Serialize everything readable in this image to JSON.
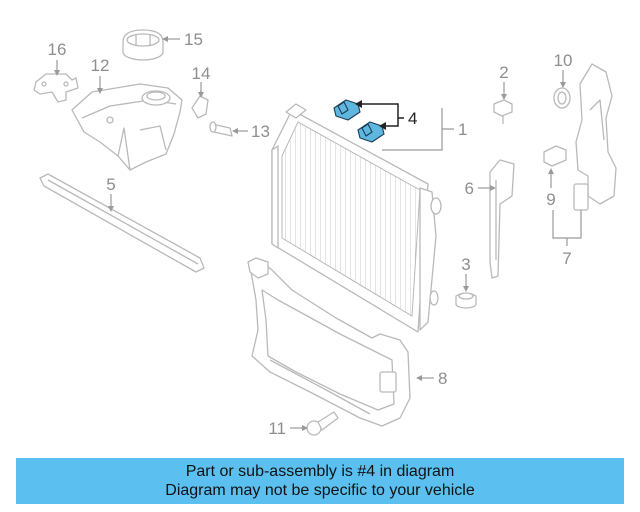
{
  "callouts": {
    "c1": "1",
    "c2": "2",
    "c3": "3",
    "c4": "4",
    "c5": "5",
    "c6": "6",
    "c7": "7",
    "c8": "8",
    "c9": "9",
    "c10": "10",
    "c11": "11",
    "c12": "12",
    "c13": "13",
    "c14": "14",
    "c15": "15",
    "c16": "16"
  },
  "highlighted_part": "4",
  "colors": {
    "banner": "#5bc0f0",
    "highlight_part": "#5fb7e0",
    "line_art": "#b9b9b9"
  },
  "banner": {
    "line1": "Part or sub-assembly is #4 in diagram",
    "line2": "Diagram may not be specific to your vehicle"
  }
}
